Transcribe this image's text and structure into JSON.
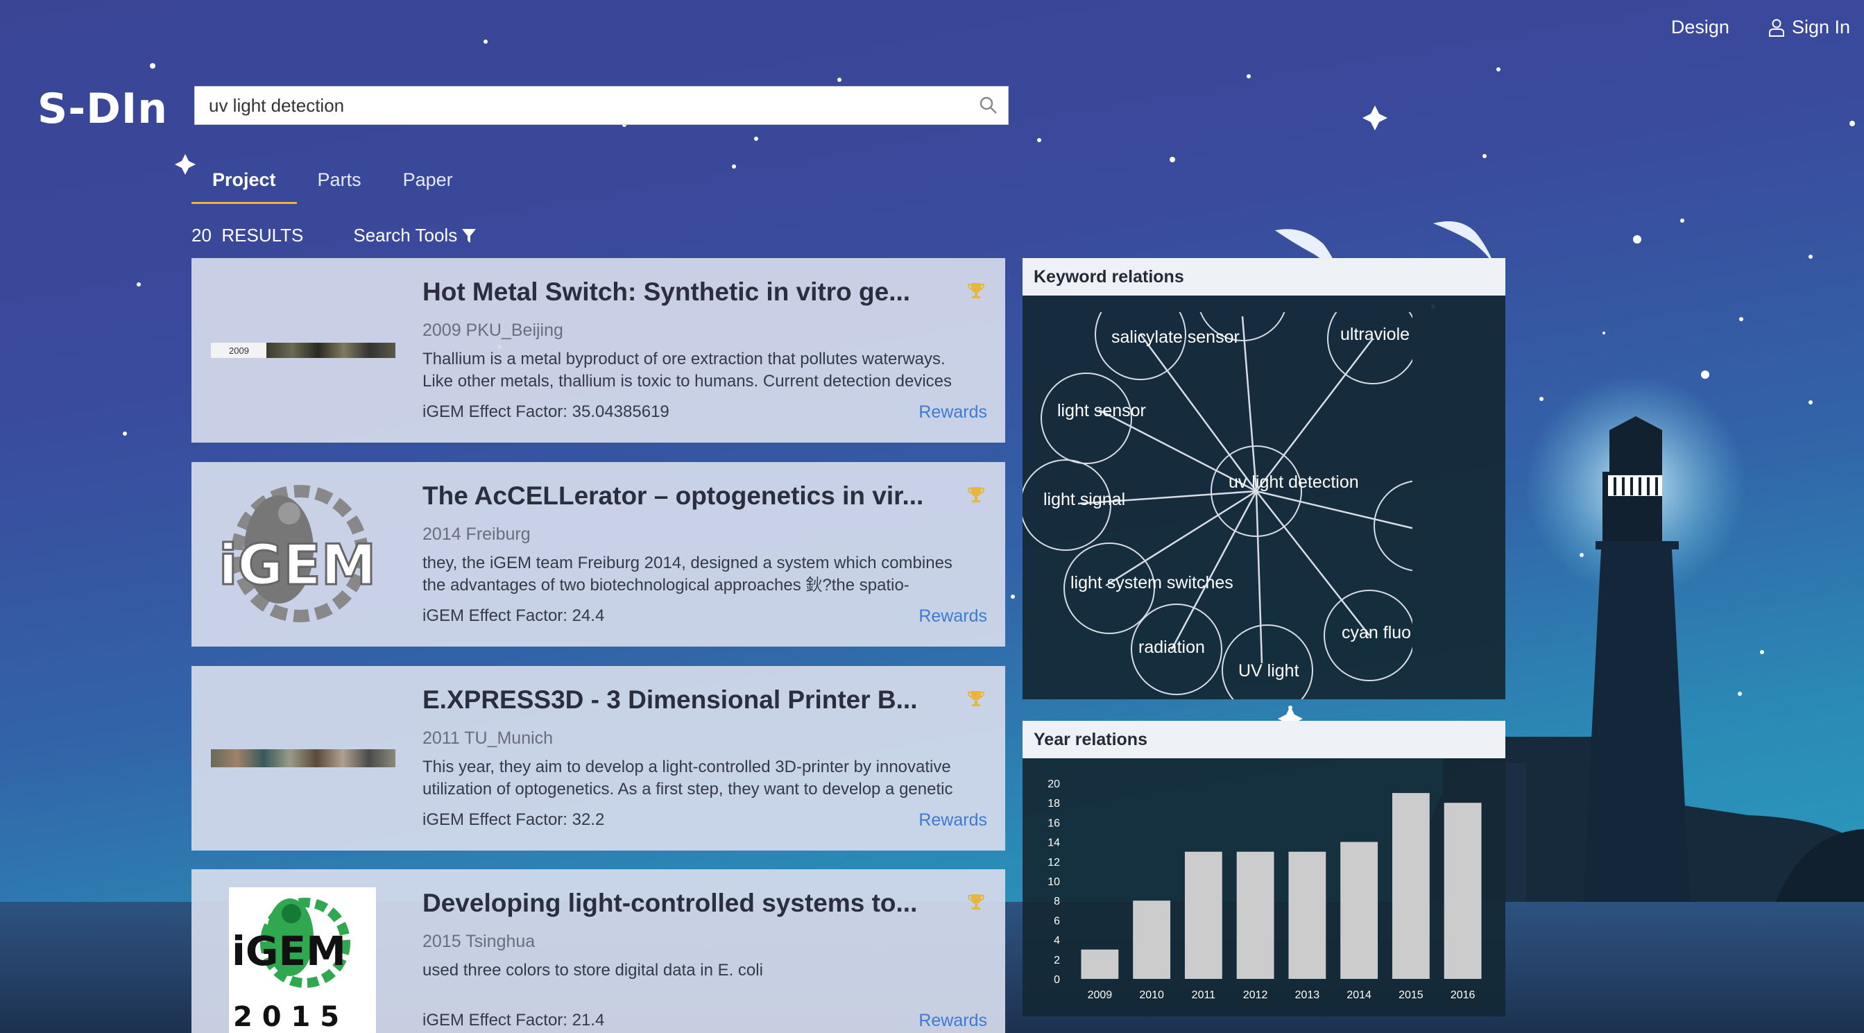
{
  "app": {
    "logo": "S-DIn"
  },
  "topnav": {
    "design": "Design",
    "signin": "Sign In"
  },
  "search": {
    "value": "uv light detection"
  },
  "tabs": [
    {
      "label": "Project"
    },
    {
      "label": "Parts"
    },
    {
      "label": "Paper"
    }
  ],
  "results": {
    "count": "20",
    "label": "RESULTS",
    "tools": "Search Tools"
  },
  "cards": [
    {
      "title": "Hot Metal Switch: Synthetic in vitro ge...",
      "meta": "2009 PKU_Beijing",
      "desc": "Thallium is a metal byproduct of ore extraction that pollutes waterways. Like other metals, thallium is toxic to humans. Current detection devices",
      "factor": "iGEM Effect Factor: 35.04385619",
      "rewards": "Rewards",
      "thumb_text": "2009"
    },
    {
      "title": "The AcCELLerator – optogenetics in vir...",
      "meta": "2014 Freiburg",
      "desc": "they, the iGEM team Freiburg 2014, designed a system which combines the advantages of two biotechnological approaches 鈥?the spatio-",
      "factor": "iGEM Effect Factor: 24.4",
      "rewards": "Rewards",
      "thumb_text": "iGEM"
    },
    {
      "title": "E.XPRESS3D - 3 Dimensional Printer B...",
      "meta": "2011 TU_Munich",
      "desc": "This year, they aim to develop a light-controlled 3D-printer by innovative utilization of optogenetics. As a first step, they want to develop a genetic",
      "factor": "iGEM Effect Factor: 32.2",
      "rewards": "Rewards"
    },
    {
      "title": "Developing light-controlled systems to...",
      "meta": "2015 Tsinghua",
      "desc": "used three colors to store digital data in E. coli",
      "factor": "iGEM Effect Factor: 21.4",
      "rewards": "Rewards",
      "thumb_text": "iGEM",
      "thumb_year": "2 0 1 5"
    }
  ],
  "keyword_panel": {
    "title": "Keyword relations",
    "center": "uv light detection",
    "nodes": [
      "salicylate sensor",
      "ultraviole",
      "light sensor",
      "light signal",
      "light system switches",
      "radiation",
      "UV light",
      "cyan fluo"
    ]
  },
  "year_panel": {
    "title": "Year relations"
  },
  "chart_data": {
    "type": "bar",
    "categories": [
      "2009",
      "2010",
      "2011",
      "2012",
      "2013",
      "2014",
      "2015",
      "2016"
    ],
    "values": [
      3,
      8,
      13,
      13,
      13,
      14,
      19,
      18
    ],
    "ylim": [
      0,
      20
    ],
    "yticks": [
      "0",
      "2",
      "4",
      "6",
      "8",
      "10",
      "12",
      "14",
      "16",
      "18",
      "20"
    ],
    "bar_color": "#cccccc"
  },
  "colors": {
    "accent": "#e8b63c",
    "link": "#3c7bd0",
    "panel_bg": "#14283a"
  }
}
